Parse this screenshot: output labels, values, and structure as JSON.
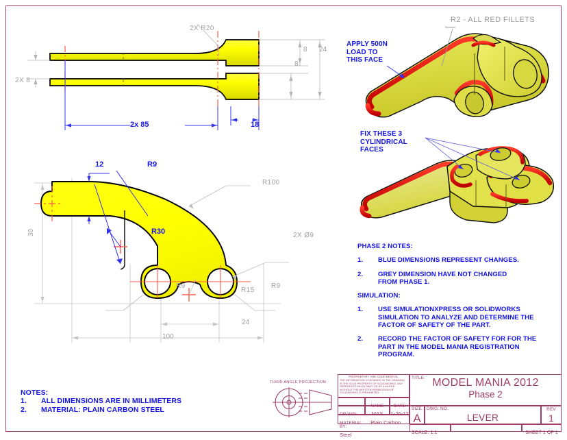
{
  "sheet": {
    "border_color": "#9b3b66",
    "part_fill": "#ffff00",
    "fillet_color": "#e60000",
    "blue": "#1414e6",
    "grey": "#9a9a9a"
  },
  "views": {
    "top_view": {
      "name": "top-orthographic-view",
      "dims": [
        {
          "id": "2x-r20",
          "label": "2X R20",
          "style": "grey"
        },
        {
          "id": "2x-8",
          "label": "2X 8",
          "style": "grey"
        },
        {
          "id": "eight-a",
          "label": "8",
          "style": "grey"
        },
        {
          "id": "eight-b",
          "label": "8",
          "style": "grey"
        },
        {
          "id": "twentyfour",
          "label": "24",
          "style": "grey"
        },
        {
          "id": "2x-85",
          "label": "2x 85",
          "style": "blue"
        },
        {
          "id": "eighteen",
          "label": "18",
          "style": "blue"
        }
      ]
    },
    "profile_view": {
      "name": "profile-orthographic-view",
      "dims": [
        {
          "id": "twelve",
          "label": "12",
          "style": "blue"
        },
        {
          "id": "r9-top",
          "label": "R9",
          "style": "blue"
        },
        {
          "id": "r30",
          "label": "R30",
          "style": "blue"
        },
        {
          "id": "thirty",
          "label": "30",
          "style": "grey"
        },
        {
          "id": "r100",
          "label": "R100",
          "style": "grey"
        },
        {
          "id": "2x-d9",
          "label": "2X Ø9",
          "style": "grey"
        },
        {
          "id": "r9-left",
          "label": "R9",
          "style": "grey"
        },
        {
          "id": "r9-right",
          "label": "R9",
          "style": "grey"
        },
        {
          "id": "r15",
          "label": "R15",
          "style": "grey"
        },
        {
          "id": "twentyfour-b",
          "label": "24",
          "style": "grey"
        },
        {
          "id": "hundred",
          "label": "100",
          "style": "grey"
        }
      ]
    },
    "iso_top": {
      "name": "isometric-view-load",
      "callout_grey": "R2 - ALL RED FILLETS",
      "callout_blue": [
        "APPLY 500N",
        "LOAD TO",
        "THIS FACE"
      ]
    },
    "iso_bottom": {
      "name": "isometric-view-fixtures",
      "callout_blue": [
        "FIX THESE 3",
        "CYLINDRICAL",
        "FACES"
      ]
    }
  },
  "notes_bottom_left": {
    "heading": "NOTES:",
    "items": [
      {
        "num": "1.",
        "text": "ALL DIMENSIONS ARE IN MILLIMETERS"
      },
      {
        "num": "2.",
        "text": "MATERIAL: PLAIN CARBON STEEL"
      }
    ]
  },
  "phase_notes": {
    "heading": "PHASE 2 NOTES:",
    "items": [
      {
        "num": "1.",
        "lines": [
          "BLUE DIMENSIONS REPRESENT CHANGES."
        ]
      },
      {
        "num": "2.",
        "lines": [
          "GREY DIMENSION HAVE NOT CHANGED",
          "FROM PHASE 1."
        ]
      }
    ],
    "sim_heading": "SIMULATION:",
    "sim_items": [
      {
        "num": "1.",
        "lines": [
          "USE SIMULATIONXPRESS OR SOLIDWORKS",
          "SIMULATION TO ANALYZE AND DETERMINE THE",
          "FACTOR OF SAFETY OF THE PART."
        ]
      },
      {
        "num": "2.",
        "lines": [
          "RECORD THE FACTOR OF SAFETY FOR FOR THE",
          "PART IN THE MODEL MANIA REGISTRATION",
          "PROGRAM."
        ]
      }
    ]
  },
  "title_block": {
    "projection_label": "THIRD ANGLE PROJECTION",
    "proprietary_heading": "PROPRIETARY AND CONFIDENTIAL",
    "proprietary_body": "THE INFORMATION CONTAINED IN THE DRAWING IS THE SOLE PROPERTY OF SOLIDWORKS.  ANY REPRODUCTION IN PART OR AS A WHOLE WITHOUT THE WRITTEN PERMISSION OF SOLIDWORKS IS PROHIBITED.",
    "name_header": "NAME",
    "date_header": "DATE",
    "drawn_by_label": "DRAWN BY:",
    "drawn_by_name": "MAS",
    "drawn_by_date": "1-26-12",
    "material_label": "MATERIAL:",
    "material_value": "Plain Carbon Steel",
    "size_label": "SIZE",
    "size_value": "A",
    "scale_text": "SCALE: 1:1",
    "title_label": "TITLE:",
    "title_line1": "MODEL MANIA 2012",
    "title_line2": "Phase 2",
    "dwg_no_label": "DWG.  NO.",
    "dwg_no_value": "LEVER",
    "rev_label": "REV",
    "rev_value": "1",
    "sheet_text": "SHEET 1 OF 1"
  }
}
